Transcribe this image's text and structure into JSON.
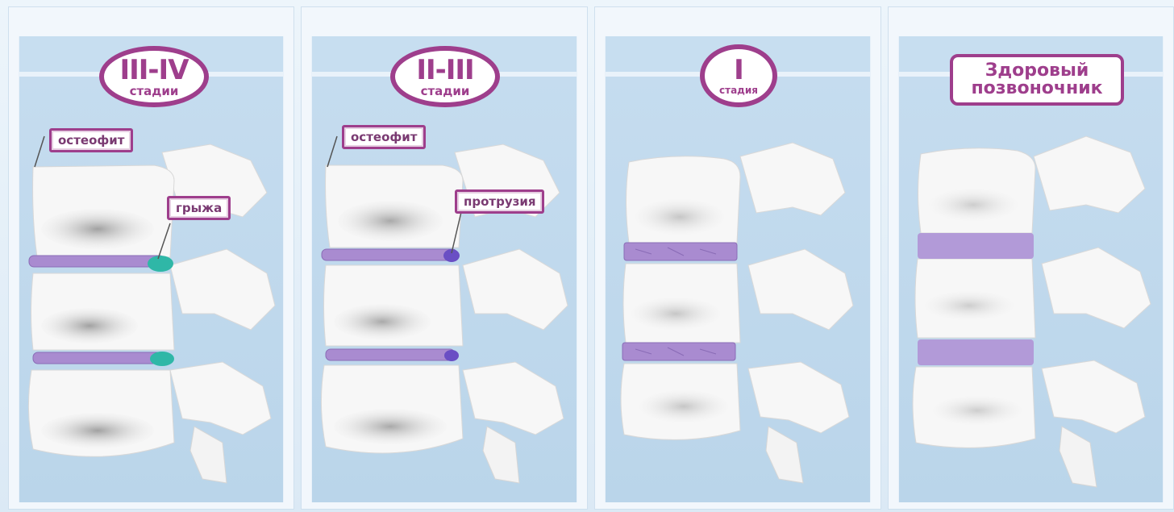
{
  "panels": [
    {
      "id": "stage-3-4",
      "badge_main": "III-IV",
      "badge_sub": "стадии",
      "labels": [
        "остеофит",
        "грыжа"
      ]
    },
    {
      "id": "stage-2-3",
      "badge_main": "II-III",
      "badge_sub": "стадии",
      "labels": [
        "остеофит",
        "протрузия"
      ]
    },
    {
      "id": "stage-1",
      "badge_main": "I",
      "badge_sub": "стадия",
      "labels": []
    },
    {
      "id": "healthy",
      "badge_line1": "Здоровый",
      "badge_line2": "позвоночник",
      "labels": []
    }
  ],
  "colors": {
    "badge_border": "#9e3e8c",
    "disc_purple": "#a98bd0",
    "hernia_teal": "#2fb7a7",
    "protrusion_purple": "#6a4fc4",
    "vertebra_white": "#f7f7f7",
    "background_blue": "#c5dcef"
  }
}
